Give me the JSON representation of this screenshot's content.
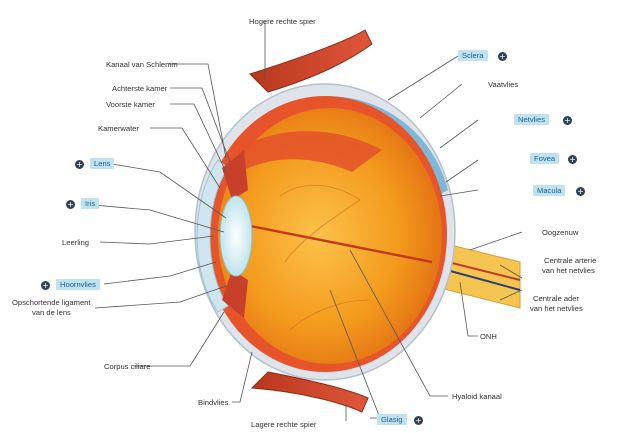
{
  "labels": {
    "hogere_rechte_spier": "Hogere rechte spier",
    "kanaal_van_schlemm": "Kanaal van Schlemm",
    "achterste_kamer": "Achterste kamer",
    "voorste_kamer": "Voorste kamer",
    "kamerwater": "Kamerwater",
    "lens": "Lens",
    "iris": "Iris",
    "leerling": "Leerling",
    "hoornvlies": "Hoornvlies",
    "opschortende_ligament_1": "Opschortende ligament",
    "opschortende_ligament_2": "van de lens",
    "corpus_ciliare": "Corpus ciliare",
    "bindvlies": "Bindvlies",
    "lagere_rechte_spier": "Lagere rechte spier",
    "glasig": "Glasig",
    "hyaloid_kanaal": "Hyaloid kanaal",
    "onh": "ONH",
    "centrale_ader_1": "Centrale ader",
    "centrale_ader_2": "van het netvlies",
    "centrale_arterie_1": "Centrale arterie",
    "centrale_arterie_2": "van het netvlies",
    "oogzenuw": "Oogzenuw",
    "macula": "Macula",
    "fovea": "Fovea",
    "netvlies": "Netvlies",
    "vaatvlies": "Vaatvlies",
    "sclera": "Sclera"
  },
  "info_button_symbol": "+",
  "colors": {
    "highlight_bg": "#bfe2f2",
    "highlight_text": "#1f5f86",
    "leader_line": "#555555",
    "button_bg": "#2f4156",
    "sclera": "#dfe4ea",
    "retina": "#e8542a",
    "vitreous": "#f5a21b",
    "lens": "#dff0f4",
    "nerve": "#f5c451"
  }
}
